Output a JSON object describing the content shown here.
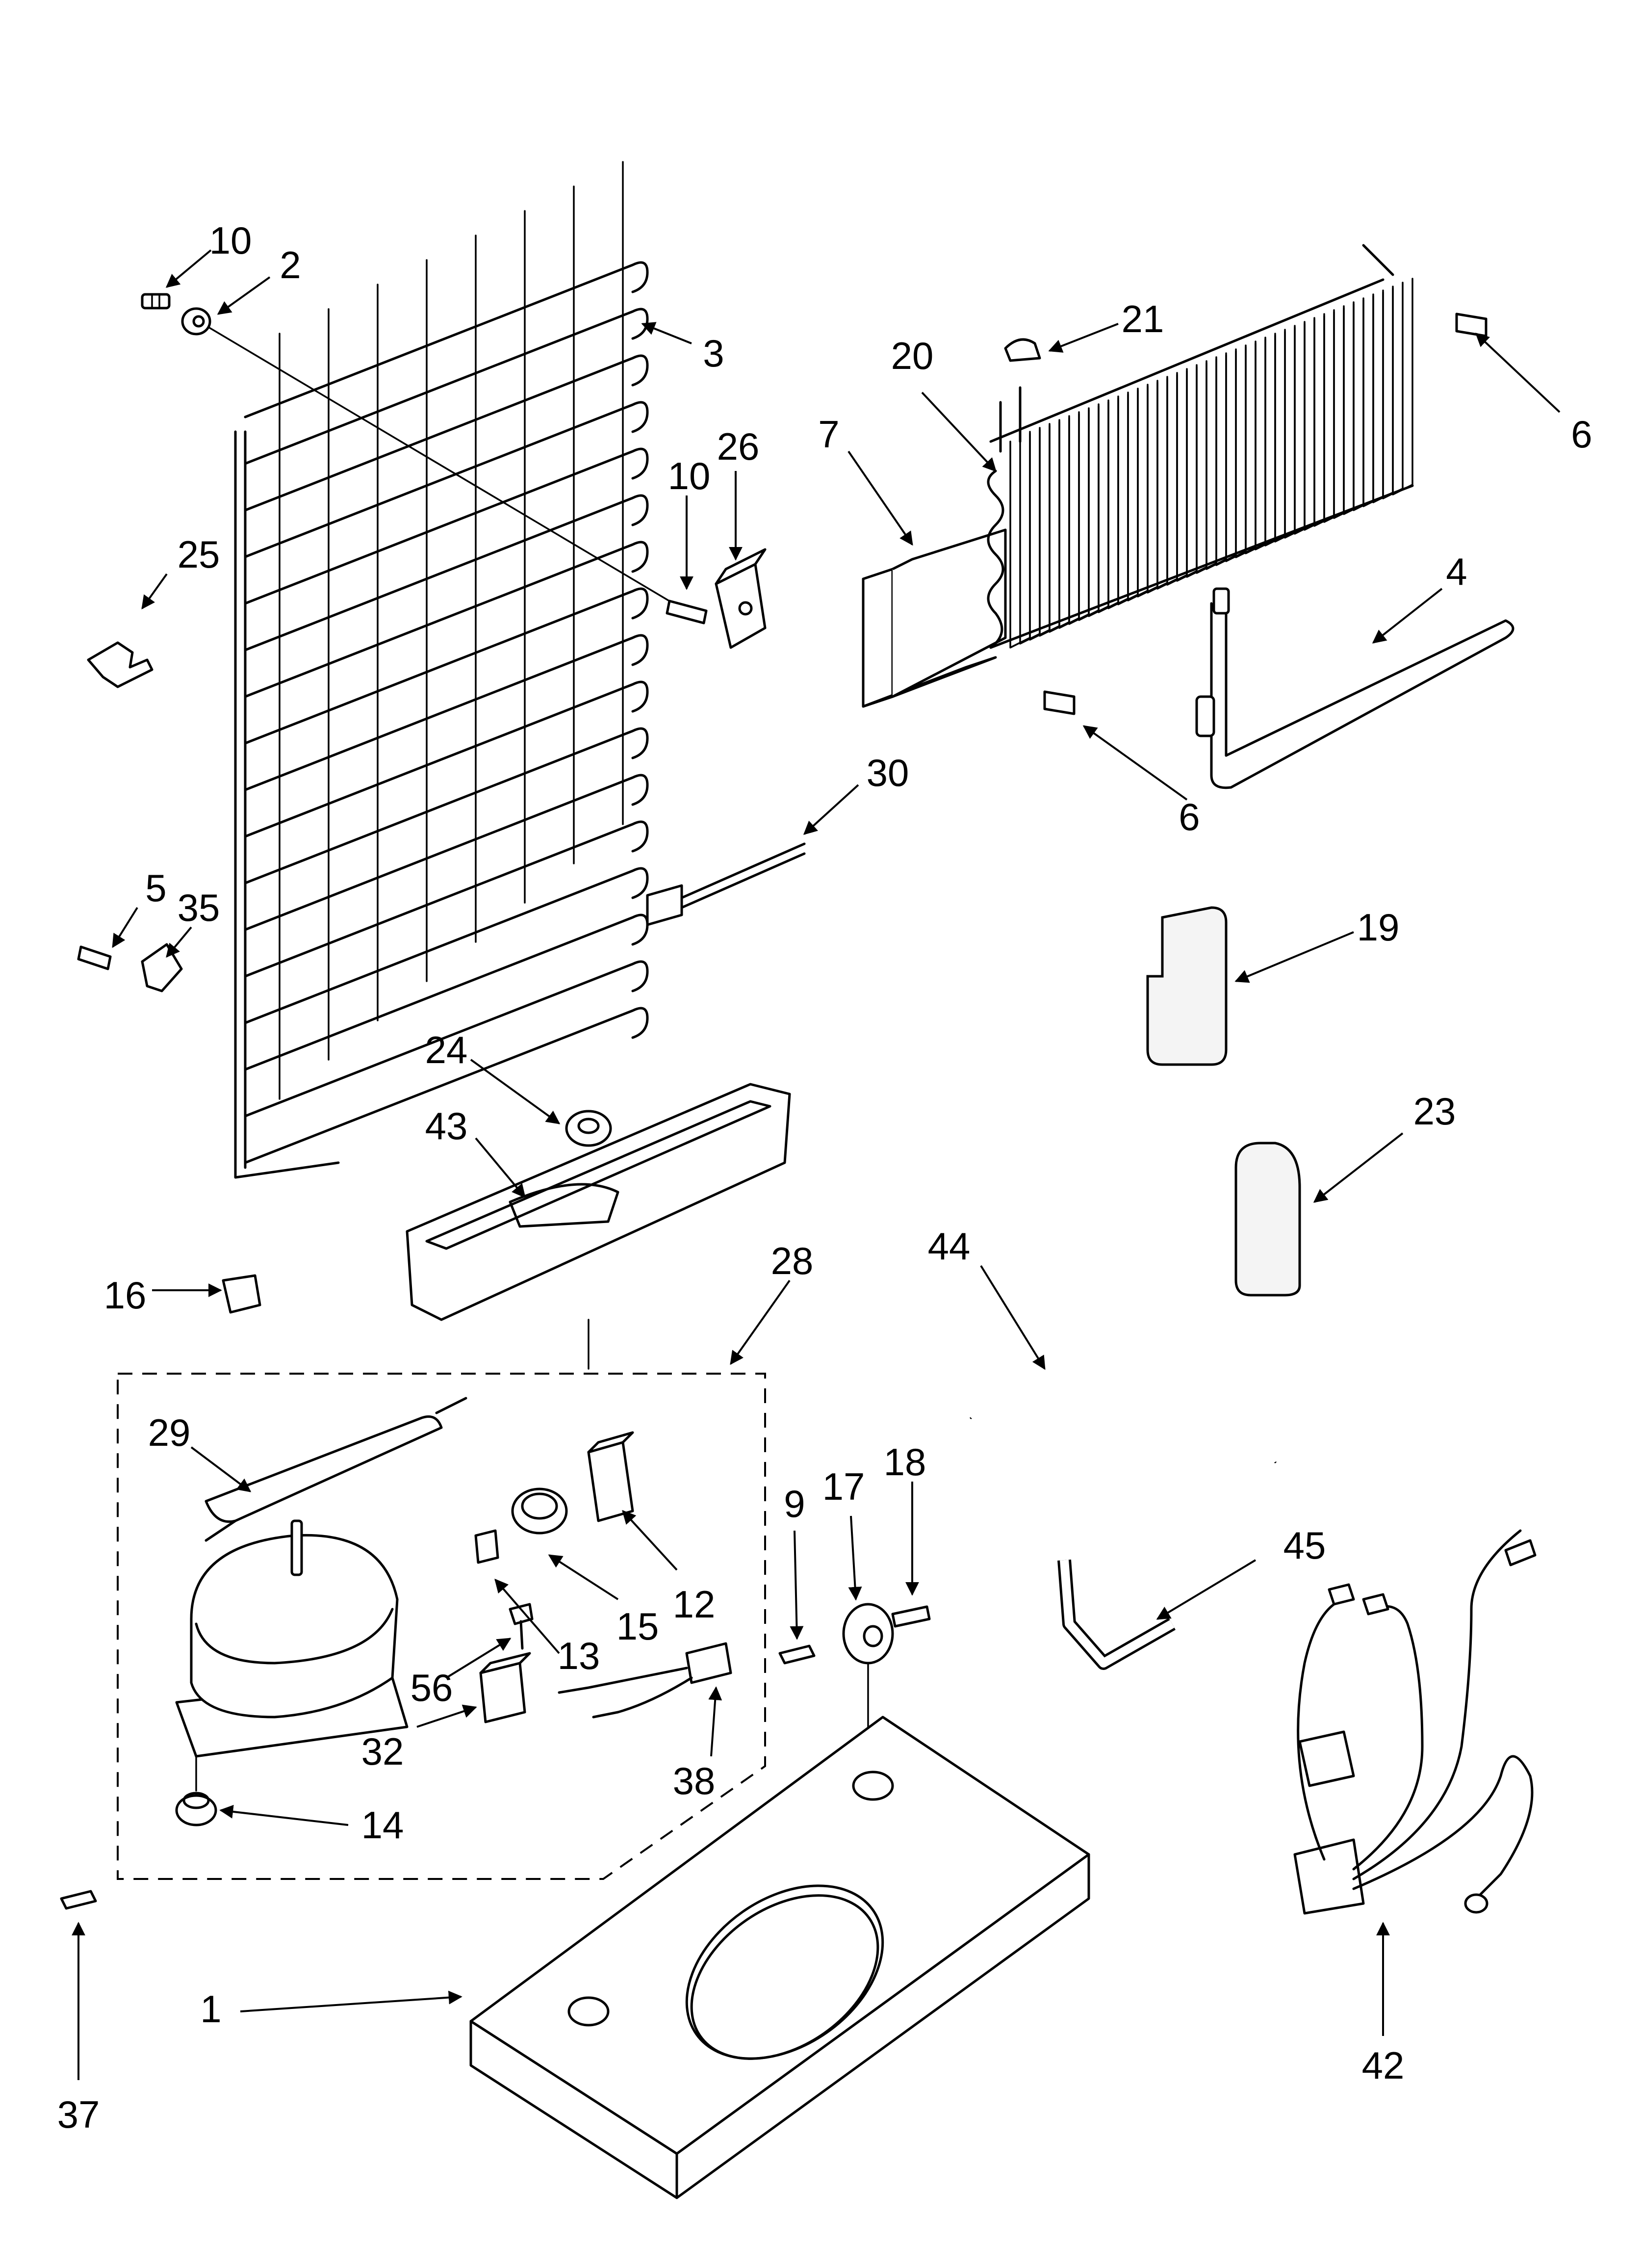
{
  "callouts": [
    {
      "id": "c1",
      "label": "1"
    },
    {
      "id": "c2",
      "label": "2"
    },
    {
      "id": "c3",
      "label": "3"
    },
    {
      "id": "c4",
      "label": "4"
    },
    {
      "id": "c5",
      "label": "5"
    },
    {
      "id": "c6a",
      "label": "6"
    },
    {
      "id": "c6b",
      "label": "6"
    },
    {
      "id": "c7",
      "label": "7"
    },
    {
      "id": "c9",
      "label": "9"
    },
    {
      "id": "c10a",
      "label": "10"
    },
    {
      "id": "c10b",
      "label": "10"
    },
    {
      "id": "c12",
      "label": "12"
    },
    {
      "id": "c13",
      "label": "13"
    },
    {
      "id": "c14",
      "label": "14"
    },
    {
      "id": "c15",
      "label": "15"
    },
    {
      "id": "c16",
      "label": "16"
    },
    {
      "id": "c17",
      "label": "17"
    },
    {
      "id": "c18",
      "label": "18"
    },
    {
      "id": "c19",
      "label": "19"
    },
    {
      "id": "c20",
      "label": "20"
    },
    {
      "id": "c21",
      "label": "21"
    },
    {
      "id": "c23",
      "label": "23"
    },
    {
      "id": "c24",
      "label": "24"
    },
    {
      "id": "c25",
      "label": "25"
    },
    {
      "id": "c26",
      "label": "26"
    },
    {
      "id": "c28",
      "label": "28"
    },
    {
      "id": "c29",
      "label": "29"
    },
    {
      "id": "c30",
      "label": "30"
    },
    {
      "id": "c32",
      "label": "32"
    },
    {
      "id": "c35",
      "label": "35"
    },
    {
      "id": "c37",
      "label": "37"
    },
    {
      "id": "c38",
      "label": "38"
    },
    {
      "id": "c42",
      "label": "42"
    },
    {
      "id": "c43",
      "label": "43"
    },
    {
      "id": "c44",
      "label": "44"
    },
    {
      "id": "c45",
      "label": "45"
    },
    {
      "id": "c56",
      "label": "56"
    }
  ]
}
